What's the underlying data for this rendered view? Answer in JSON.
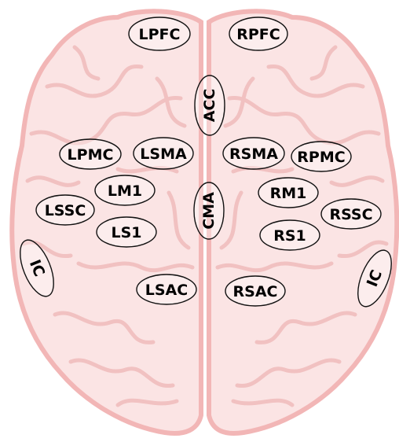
{
  "colors": {
    "brain_fill": "#fbe4e4",
    "brain_outline": "#f2b6b6",
    "gyri": "#f1c1c1",
    "label_ellipse_stroke": "#111111",
    "label_text": "#000000"
  },
  "regions": {
    "lpfc": "LPFC",
    "rpfc": "RPFC",
    "acc": "ACC",
    "lpmc": "LPMC",
    "lsma": "LSMA",
    "rsma": "RSMA",
    "rpmc": "RPMC",
    "lm1": "LM1",
    "rm1": "RM1",
    "lssc": "LSSC",
    "rssc": "RSSC",
    "cma": "CMA",
    "ls1": "LS1",
    "rs1": "RS1",
    "ic_left": "IC",
    "ic_right": "IC",
    "lsac": "LSAC",
    "rsac": "RSAC"
  }
}
